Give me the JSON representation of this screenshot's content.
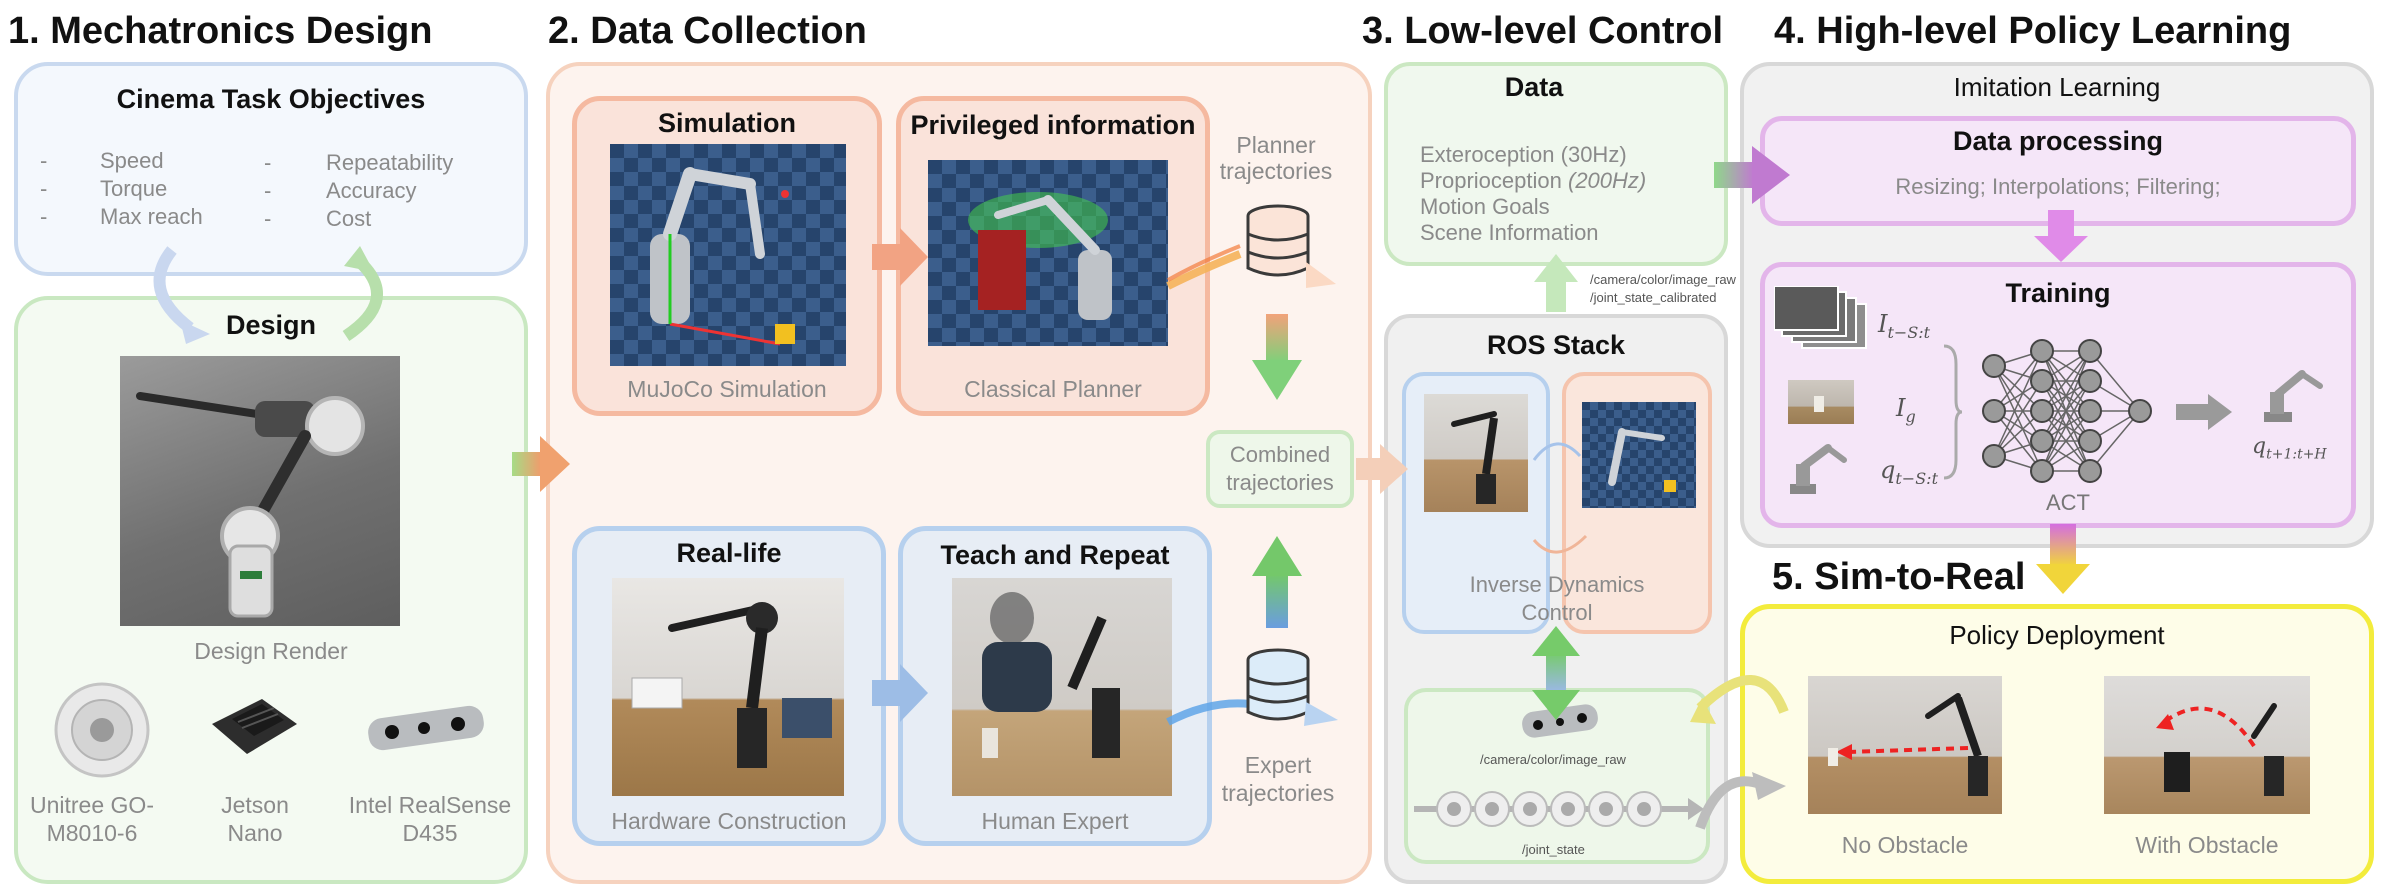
{
  "sections": {
    "s1": "1. Mechatronics Design",
    "s2": "2. Data Collection",
    "s3": "3. Low-level Control",
    "s4": "4. High-level Policy Learning",
    "s5": "5. Sim-to-Real"
  },
  "mechatronics": {
    "objectives_title": "Cinema Task Objectives",
    "objectives_left": [
      "Speed",
      "Torque",
      "Max reach"
    ],
    "objectives_right": [
      "Repeatability",
      "Accuracy",
      "Cost"
    ],
    "bullet": "-",
    "design_title": "Design",
    "design_caption": "Design Render",
    "parts": [
      {
        "line1": "Unitree GO-",
        "line2": "M8010-6"
      },
      {
        "line1": "Jetson",
        "line2": "Nano"
      },
      {
        "line1": "Intel RealSense",
        "line2": "D435"
      }
    ]
  },
  "data_collection": {
    "simulation_title": "Simulation",
    "simulation_caption": "MuJoCo Simulation",
    "privileged_title": "Privileged information",
    "privileged_caption": "Classical Planner",
    "planner_label_1": "Planner",
    "planner_label_2": "trajectories",
    "combined_1": "Combined",
    "combined_2": "trajectories",
    "reallife_title": "Real-life",
    "reallife_caption": "Hardware Construction",
    "teach_title": "Teach and Repeat",
    "teach_caption": "Human Expert",
    "expert_label_1": "Expert",
    "expert_label_2": "trajectories"
  },
  "low_level": {
    "data_title": "Data",
    "data_items": [
      "Exteroception (30Hz)",
      "Proprioception",
      "Motion Goals",
      "Scene Information"
    ],
    "proprio_rate": "(200Hz)",
    "topic_1": "/camera/color/image_raw",
    "topic_2": "/joint_state_calibrated",
    "ros_title": "ROS Stack",
    "inverse_1": "Inverse Dynamics",
    "inverse_2": "Control",
    "camera_topic": "/camera/color/image_raw",
    "joint_topic": "/joint_state"
  },
  "policy": {
    "il_title": "Imitation Learning",
    "dp_title": "Data processing",
    "dp_text": "Resizing; Interpolations; Filtering;",
    "training_title": "Training",
    "in_1": "I",
    "in_1_sub": "t−S:t",
    "in_2": "I",
    "in_2_sub": "g",
    "in_3": "q",
    "in_3_sub": "t−S:t",
    "out": "q",
    "out_sub": "t+1:t+H",
    "model": "ACT"
  },
  "sim2real": {
    "deploy_title": "Policy Deployment",
    "no_obstacle": "No Obstacle",
    "with_obstacle": "With Obstacle"
  },
  "colors": {
    "blue_border": "#c7d8ee",
    "green_border": "#c7e7bf",
    "orange_border": "#f7cdb5",
    "gray_border": "#d6d6d6",
    "purple_border": "#e0b3e8",
    "yellow_border": "#f3ec3c"
  }
}
